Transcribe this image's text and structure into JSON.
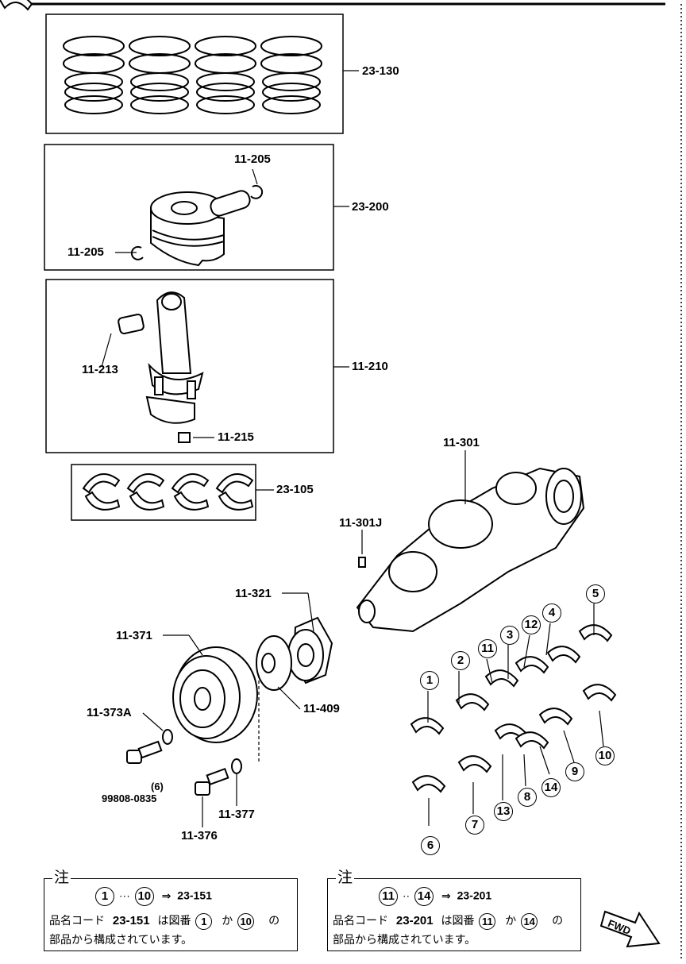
{
  "labels": {
    "piston_rings": "23-130",
    "piston_assembly": "23-200",
    "snap_ring_top": "11-205",
    "snap_ring_left": "11-205",
    "connecting_rod": "11-210",
    "bushing": "11-213",
    "rod_nut": "11-215",
    "rod_bearings": "23-105",
    "crankshaft": "11-301",
    "key": "11-301J",
    "timing_pulley": "11-321",
    "crank_pulley": "11-371",
    "washer_a": "11-373A",
    "plate": "11-409",
    "bolt_qty": "(6)",
    "bolt": "99808-0835",
    "bolt_376": "11-376",
    "washer_377": "11-377"
  },
  "callouts": [
    "1",
    "2",
    "3",
    "4",
    "5",
    "6",
    "7",
    "8",
    "9",
    "10",
    "11",
    "12",
    "13",
    "14"
  ],
  "notes": [
    {
      "title": "注",
      "range_start": "1",
      "range_end": "10",
      "ellipsis": "···",
      "arrow": "⇒",
      "part": "23-151",
      "line2_prefix": "品名コード",
      "line2_code": "23-151",
      "line2_mid": "は図番",
      "line2_from": "1",
      "line2_to_word": "か",
      "line2_to": "10",
      "line2_end": "の",
      "line3": "部品から構成されています。"
    },
    {
      "title": "注",
      "range_start": "11",
      "range_end": "14",
      "ellipsis": "··",
      "arrow": "⇒",
      "part": "23-201",
      "line2_prefix": "品名コード",
      "line2_code": "23-201",
      "line2_mid": "は図番",
      "line2_from": "11",
      "line2_to_word": "か",
      "line2_to": "14",
      "line2_end": "の",
      "line3": "部品から構成されています。"
    }
  ],
  "fwd": "FWD"
}
